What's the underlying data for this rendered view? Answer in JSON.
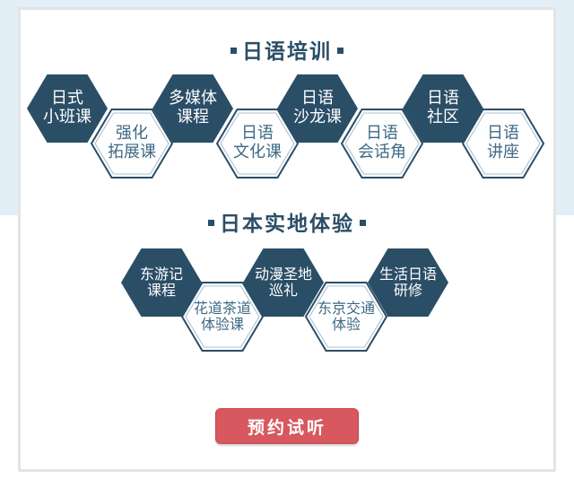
{
  "section1": {
    "title": "日语培训",
    "items": [
      {
        "label": "日式\n小班课",
        "style": "dark"
      },
      {
        "label": "强化\n拓展课",
        "style": "light"
      },
      {
        "label": "多媒体\n课程",
        "style": "dark"
      },
      {
        "label": "日语\n文化课",
        "style": "light"
      },
      {
        "label": "日语\n沙龙课",
        "style": "dark"
      },
      {
        "label": "日语\n会话角",
        "style": "light"
      },
      {
        "label": "日语\n社区",
        "style": "dark"
      },
      {
        "label": "日语\n讲座",
        "style": "light"
      }
    ]
  },
  "section2": {
    "title": "日本实地体验",
    "items": [
      {
        "label": "东游记\n课程",
        "style": "dark"
      },
      {
        "label": "花道茶道\n体验课",
        "style": "light"
      },
      {
        "label": "动漫圣地\n巡礼",
        "style": "dark"
      },
      {
        "label": "东京交通\n体验",
        "style": "light"
      },
      {
        "label": "生活日语\n研修",
        "style": "dark"
      }
    ]
  },
  "cta": {
    "label": "预约试听"
  },
  "colors": {
    "dark": "#2b4e67",
    "light_stroke": "#2b4e67",
    "cta": "#d7585f",
    "background_band": "#e3eff7"
  }
}
